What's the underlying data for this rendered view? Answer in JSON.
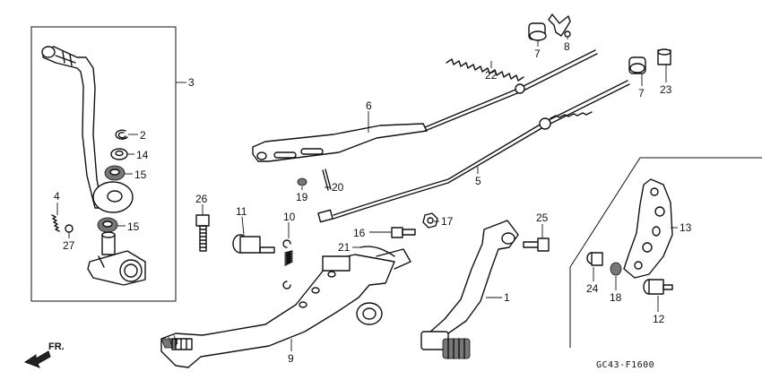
{
  "diagram": {
    "callouts": {
      "p1": "1",
      "p2": "2",
      "p3": "3",
      "p4": "4",
      "p5": "5",
      "p6": "6",
      "p7a": "7",
      "p7b": "7",
      "p8": "8",
      "p9": "9",
      "p10": "10",
      "p11": "11",
      "p12": "12",
      "p13": "13",
      "p14": "14",
      "p15a": "15",
      "p15b": "15",
      "p16": "16",
      "p17": "17",
      "p18": "18",
      "p19": "19",
      "p20": "20",
      "p21": "21",
      "p22": "22",
      "p23": "23",
      "p24": "24",
      "p25": "25",
      "p26": "26",
      "p27": "27"
    },
    "direction_label": "FR.",
    "diagram_code": "GC43-F1600"
  }
}
